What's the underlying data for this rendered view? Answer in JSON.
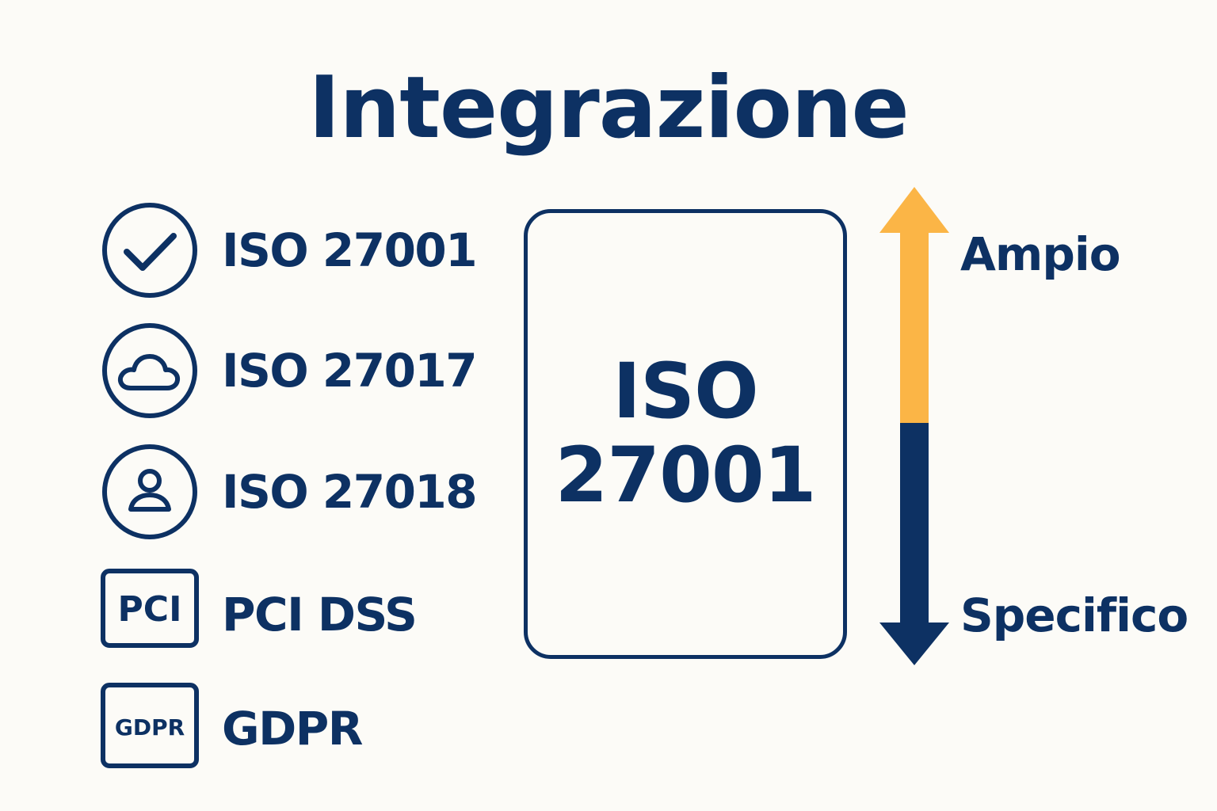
{
  "title": "Integrazione",
  "standards": [
    {
      "label": "ISO 27001",
      "icon": "checkmark-circle-icon"
    },
    {
      "label": "ISO 27017",
      "icon": "cloud-circle-icon"
    },
    {
      "label": "ISO 27018",
      "icon": "user-circle-icon"
    },
    {
      "label": "PCI DSS",
      "icon": "pci-badge-icon",
      "badge_text": "PCI"
    },
    {
      "label": "GDPR",
      "icon": "gdpr-badge-icon",
      "badge_text": "GDPR"
    }
  ],
  "center": {
    "line1": "ISO",
    "line2": "27001"
  },
  "scale": {
    "top_label": "Ampio",
    "bottom_label": "Specifico"
  },
  "colors": {
    "primary": "#0d3163",
    "accent": "#fbb546",
    "background": "#fcfbf7"
  }
}
